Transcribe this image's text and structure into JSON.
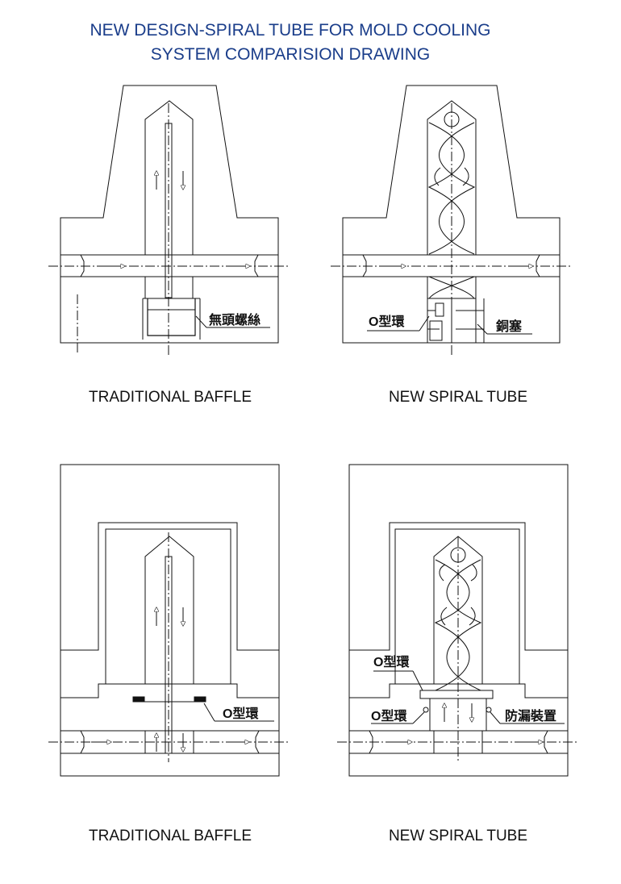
{
  "title": {
    "line1": "NEW DESIGN-SPIRAL TUBE FOR MOLD COOLING",
    "line2": "SYSTEM COMPARISION DRAWING"
  },
  "panels": [
    {
      "caption": "TRADITIONAL BAFFLE",
      "labels": [
        "無頭螺絲"
      ]
    },
    {
      "caption": "NEW SPIRAL TUBE",
      "labels": [
        "O型環",
        "銅塞"
      ]
    },
    {
      "caption": "TRADITIONAL BAFFLE",
      "labels": [
        "O型環"
      ]
    },
    {
      "caption": "NEW SPIRAL TUBE",
      "labels": [
        "O型環",
        "O型環",
        "防漏裝置"
      ]
    }
  ],
  "colors": {
    "title": "#1a3d8a",
    "line": "#111111"
  }
}
